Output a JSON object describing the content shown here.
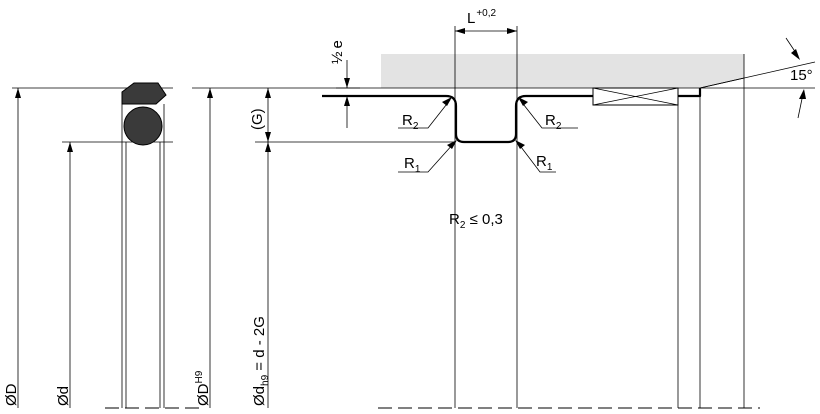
{
  "labels": {
    "dia_D": "ØD",
    "dia_d": "Ød",
    "dia_DH9_main": "ØD",
    "dia_DH9_sup": "H9",
    "dia_dh9_prefix": "Ød",
    "dia_dh9_sub": "h9",
    "dia_dh9_suffix": " = d - 2G",
    "groove_depth": "(G)",
    "half_e_num": "½",
    "half_e_var": "e",
    "length_main": "L",
    "length_tol": "+0,2",
    "angle": "15°",
    "r2_left": "R",
    "r2_left_sub": "2",
    "r2_right": "R",
    "r2_right_sub": "2",
    "r1_left": "R",
    "r1_left_sub": "1",
    "r1_right": "R",
    "r1_right_sub": "1",
    "r2_note_main": "R",
    "r2_note_sub": "2",
    "r2_note_value": " ≤ 0,3"
  },
  "colors": {
    "housing_fill": "#e3e3e3",
    "oring_fill": "#3a3a3a",
    "backup_fill": "#3a3a3a",
    "line": "#000000"
  }
}
